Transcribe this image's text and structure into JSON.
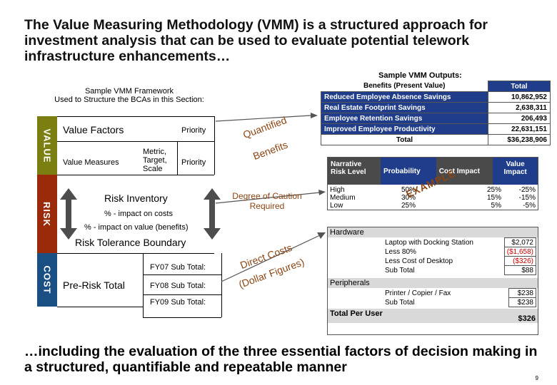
{
  "title": "The Value Measuring Methodology (VMM) is a structured approach for investment analysis that can be used to evaluate potential telework infrastructure enhancements…",
  "footer": "…including the evaluation of the three essential factors of decision making in a structured, quantifiable and repeatable manner",
  "page_number": "9",
  "framework": {
    "caption_line1": "Sample VMM Framework",
    "caption_line2": "Used to Structure the BCAs in this Section:",
    "value_label": "VALUE",
    "risk_label": "RISK",
    "cost_label": "COST",
    "value_factors": "Value Factors",
    "priority1": "Priority",
    "value_measures": "Value Measures",
    "metric": "Metric, Target, Scale",
    "priority2": "Priority",
    "risk_inventory": "Risk Inventory",
    "pct_costs": "% - impact on costs",
    "pct_value": "% - impact on value (benefits)",
    "risk_tolerance": "Risk Tolerance Boundary",
    "pre_risk_total": "Pre-Risk Total",
    "fy07": "FY07 Sub Total:",
    "fy08": "FY08 Sub Total:",
    "fy09": "FY09 Sub Total:"
  },
  "annotations": {
    "quantified": "Quantified",
    "benefits": "Benefits",
    "degree_caution": "Degree of Caution Required",
    "direct_costs": "Direct Costs",
    "dollar_figures": "(Dollar Figures)",
    "example": "EXAMPLE"
  },
  "outputs": {
    "caption": "Sample VMM Outputs:",
    "benefits": {
      "header": "Benefits (Present Value)",
      "total_header": "Total",
      "rows": [
        {
          "label": "Reduced Employee Absence Savings",
          "value": "10,862,952"
        },
        {
          "label": "Real Estate Footprint Savings",
          "value": "2,638,311"
        },
        {
          "label": "Employee Retention Savings",
          "value": "206,493"
        },
        {
          "label": "Improved Employee Productivity",
          "value": "22,631,151"
        }
      ],
      "total_label": "Total",
      "total_value": "$36,238,906"
    },
    "risk": {
      "headers": [
        "Narrative Risk Level",
        "Probability",
        "Cost Impact",
        "Value Impact"
      ],
      "rows": [
        {
          "level": "High",
          "prob": "50%",
          "cost": "25%",
          "value": "-25%"
        },
        {
          "level": "Medium",
          "prob": "30%",
          "cost": "15%",
          "value": "-15%"
        },
        {
          "level": "Low",
          "prob": "25%",
          "cost": "5%",
          "value": "-5%"
        }
      ]
    },
    "costs": {
      "hardware": "Hardware",
      "laptop": "Laptop with Docking Station",
      "laptop_val": "$2,072",
      "less80": "Less 80%",
      "less80_val": "($1,658)",
      "less_desktop": "Less Cost of Desktop",
      "less_desktop_val": "($326)",
      "sub1": "Sub Total",
      "sub1_val": "$88",
      "peripherals": "Peripherals",
      "printer": "Printer / Copier / Fax",
      "printer_val": "$238",
      "sub2": "Sub Total",
      "sub2_val": "$238",
      "total_per_user": "Total Per User",
      "total_per_user_val": "$326"
    }
  }
}
